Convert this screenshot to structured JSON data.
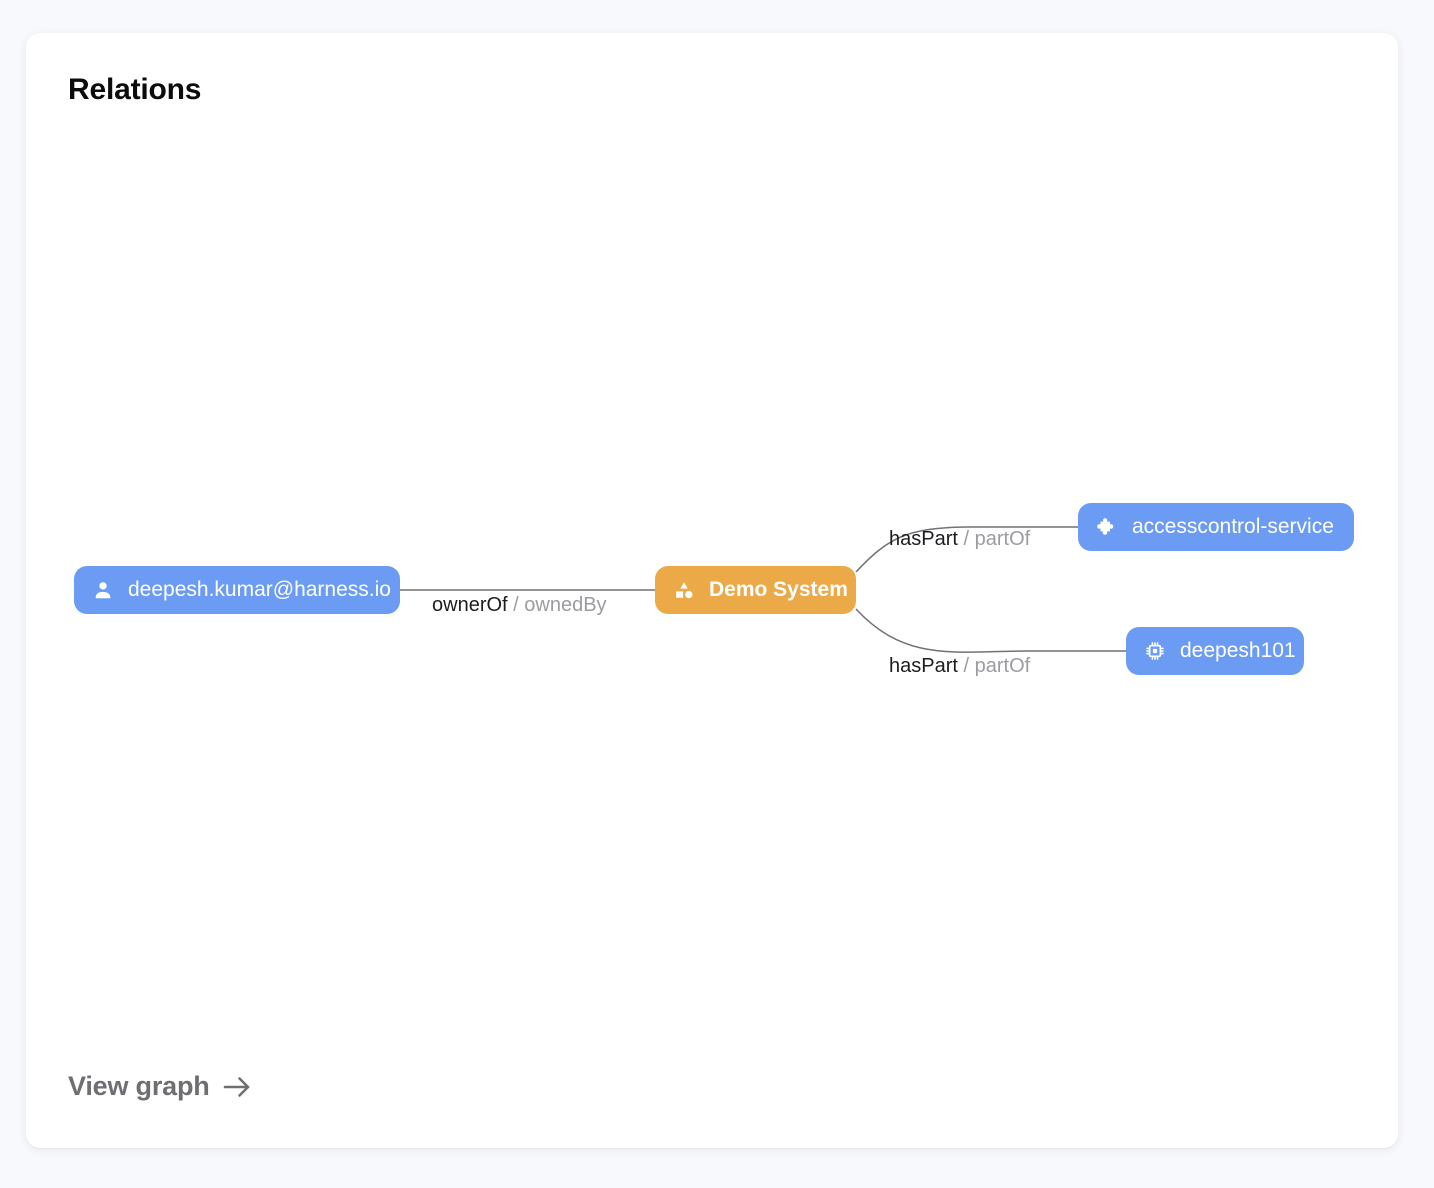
{
  "card": {
    "title": "Relations"
  },
  "graph": {
    "nodes": [
      {
        "id": "user",
        "label": "deepesh.kumar@harness.io",
        "icon": "person-icon",
        "color": "#6b9bf2",
        "kind": "user"
      },
      {
        "id": "system",
        "label": "Demo System",
        "icon": "category-shapes-icon",
        "color": "#eca947",
        "kind": "system"
      },
      {
        "id": "component",
        "label": "accesscontrol-service",
        "icon": "puzzle-piece-icon",
        "color": "#6b9bf2",
        "kind": "component"
      },
      {
        "id": "resource",
        "label": "deepesh101",
        "icon": "chip-icon",
        "color": "#6b9bf2",
        "kind": "resource"
      }
    ],
    "edges": [
      {
        "id": "edge-owner",
        "source": "user",
        "target": "system",
        "forward": "ownerOf",
        "separator": "/",
        "reverse": "ownedBy"
      },
      {
        "id": "edge-haspart-component",
        "source": "system",
        "target": "component",
        "forward": "hasPart",
        "separator": "/",
        "reverse": "partOf"
      },
      {
        "id": "edge-haspart-resource",
        "source": "system",
        "target": "resource",
        "forward": "hasPart",
        "separator": "/",
        "reverse": "partOf"
      }
    ],
    "edge_color": "#6f7276"
  },
  "footer": {
    "view_graph_label": "View graph",
    "arrow": "→"
  }
}
